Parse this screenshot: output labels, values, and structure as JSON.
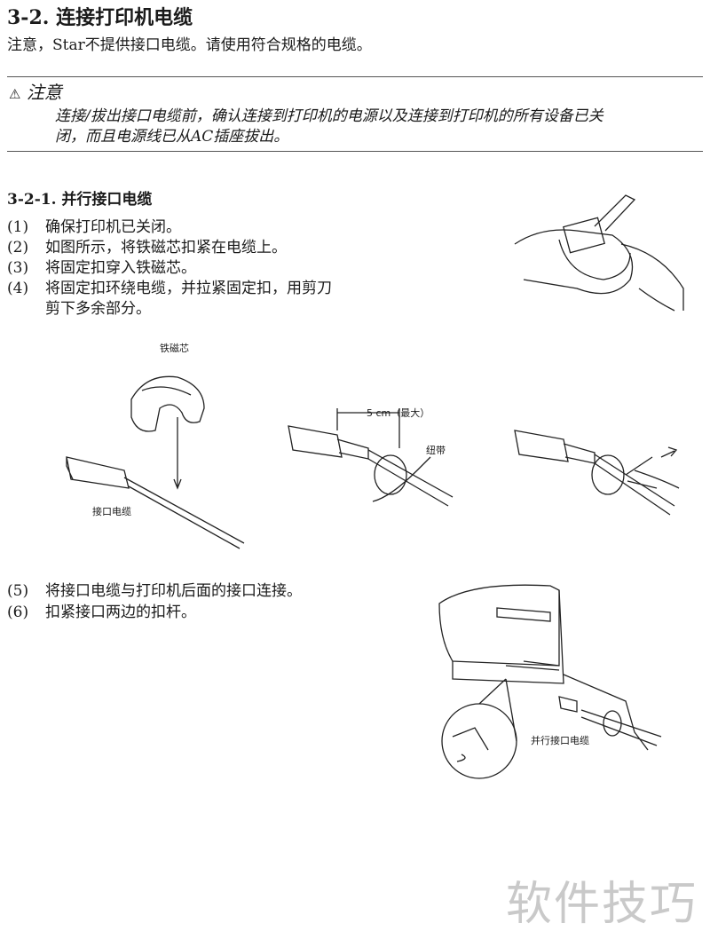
{
  "section": {
    "title": "3-2.  连接打印机电缆",
    "intro": "注意，Star不提供接口电缆。请使用符合规格的电缆。"
  },
  "caution": {
    "title": "注意",
    "text_line1": "连接/拔出接口电缆前，确认连接到打印机的电源以及连接到打印机的所有设备已关",
    "text_line2": "闭，而且电源线已从AC插座拔出。"
  },
  "subsection": {
    "title": "3-2-1. 并行接口电缆",
    "steps": [
      {
        "num": "(1)",
        "text": "确保打印机已关闭。"
      },
      {
        "num": "(2)",
        "text": "如图所示，将铁磁芯扣紧在电缆上。"
      },
      {
        "num": "(3)",
        "text": "将固定扣穿入铁磁芯。"
      },
      {
        "num": "(4)",
        "text": "将固定扣环绕电缆，并拉紧固定扣，用剪刀",
        "cont": "剪下多余部分。"
      },
      {
        "num": "(5)",
        "text": "将接口电缆与打印机后面的接口连接。"
      },
      {
        "num": "(6)",
        "text": "扣紧接口两边的扣杆。"
      }
    ]
  },
  "figures": {
    "ferrite_core": "铁磁芯",
    "interface_cable": "接口电缆",
    "distance": "5 cm（最大）",
    "tie": "纽带",
    "parallel_cable": "并行接口电缆"
  },
  "watermark": "软件技巧"
}
